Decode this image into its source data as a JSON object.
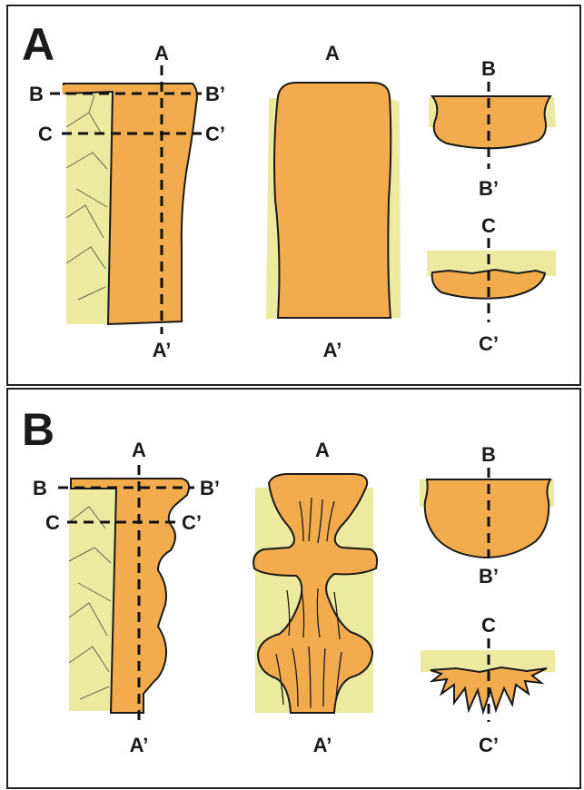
{
  "panels": [
    {
      "letter": "A",
      "labels": {
        "a": "A",
        "a_prime": "A’",
        "b": "B",
        "b_prime": "B’",
        "c": "C",
        "c_prime": "C’"
      }
    },
    {
      "letter": "B",
      "labels": {
        "a": "A",
        "a_prime": "A’",
        "b": "B",
        "b_prime": "B’",
        "c": "C",
        "c_prime": "C’"
      }
    }
  ],
  "colors": {
    "speleothem": "#f2ab4d",
    "host_rock": "#ecea9e",
    "outline": "#1a1a1a",
    "frame": "#222222"
  }
}
